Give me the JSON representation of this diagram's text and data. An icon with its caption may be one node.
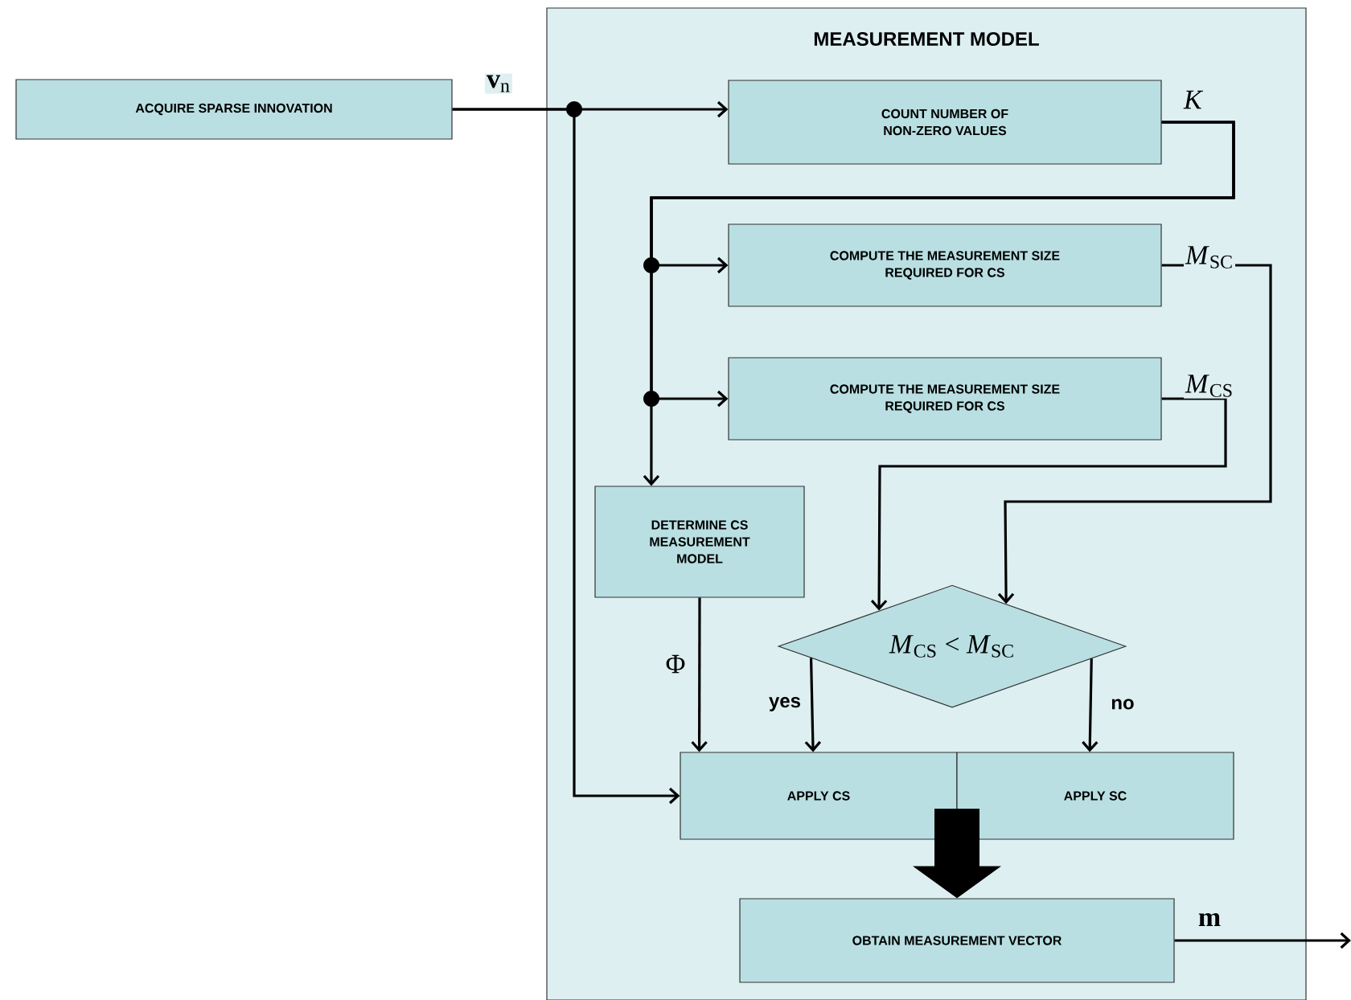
{
  "diagram": {
    "nodes": [
      {
        "text": [
          "MEASUREMENT MODEL"
        ]
      },
      {
        "text": [
          "ACQUIRE SPARSE INNOVATION"
        ]
      },
      {
        "text": [
          "COUNT NUMBER OF NON-ZERO VALUES"
        ],
        "in": 0
      },
      {
        "text": [
          "COMPUTE THE MEASUREMENT SIZE REQUIRED FOR CS"
        ],
        "in": 0
      },
      {
        "text": [
          "COMPUTE THE MEASUREMENT SIZE REQUIRED FOR CS"
        ],
        "in": 0
      },
      {
        "text": [
          "DETERMINE CS MEASUREMENT MODEL"
        ],
        "in": 0
      },
      {
        "text": [
          "*M*$_{CS}$ < *M*$_{SC}$"
        ],
        "in": 0
      },
      {
        "text": [
          "APPLY CS"
        ],
        "in": 0
      },
      {
        "text": [
          "APPLY SC"
        ],
        "in": 0
      },
      {
        "text": [
          "OBTAIN MEASUREMENT VECTOR"
        ],
        "in": 0
      }
    ],
    "edges": [
      {
        "from": 1,
        "to": 2,
        "arrow": "to",
        "label": "**v**$_{n}$"
      },
      {
        "from": 1,
        "to": 7,
        "arrow": "to"
      },
      {
        "from": 2,
        "to": 3,
        "arrow": "to",
        "label": "*K*"
      },
      {
        "from": 2,
        "to": 4,
        "arrow": "to"
      },
      {
        "from": 2,
        "to": 5,
        "arrow": "to"
      },
      {
        "from": 3,
        "to": 6,
        "arrow": "to",
        "label": "*M*$_{SC}$"
      },
      {
        "from": 4,
        "to": 6,
        "arrow": "to",
        "label": "*M*$_{CS}$"
      },
      {
        "from": 5,
        "to": 7,
        "arrow": "to",
        "label": "Φ"
      },
      {
        "from": 6,
        "to": 7,
        "arrow": "to",
        "label": "yes"
      },
      {
        "from": 6,
        "to": 8,
        "arrow": "to",
        "label": "no"
      },
      {
        "from": 7,
        "to": 9,
        "arrow": "to",
        "style": "thick"
      },
      {
        "from": 8,
        "to": 9,
        "arrow": "to",
        "style": "thick"
      },
      {
        "from": 9,
        "to": null,
        "arrow": "to",
        "label": "**m**"
      }
    ]
  }
}
